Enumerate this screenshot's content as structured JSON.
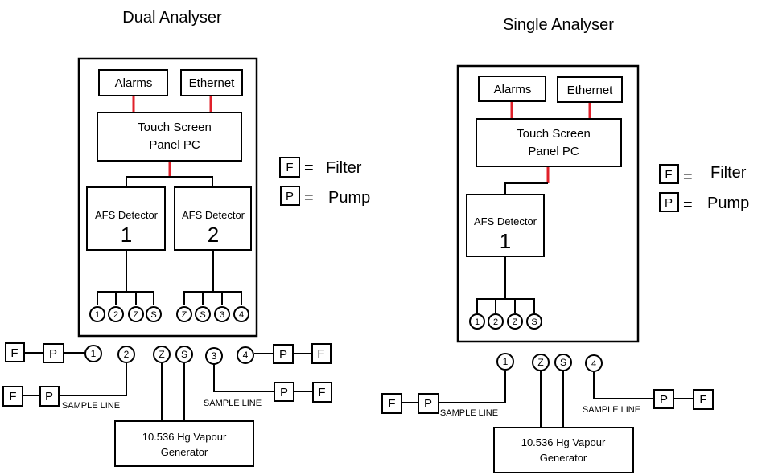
{
  "dual": {
    "title": "Dual Analyser",
    "alarms": "Alarms",
    "ethernet": "Ethernet",
    "touch_line1": "Touch Screen",
    "touch_line2": "Panel PC",
    "det1_label": "AFS Detector",
    "det1_num": "1",
    "det2_label": "AFS Detector",
    "det2_num": "2",
    "ports_left": [
      "1",
      "2",
      "Z",
      "S"
    ],
    "ports_right": [
      "Z",
      "S",
      "3",
      "4"
    ],
    "ext_ports": [
      "1",
      "2",
      "Z",
      "S",
      "3",
      "4"
    ],
    "sample_line_left": "SAMPLE LINE",
    "sample_line_right": "SAMPLE LINE",
    "gen_line1": "10.536 Hg Vapour",
    "gen_line2": "Generator"
  },
  "single": {
    "title": "Single Analyser",
    "alarms": "Alarms",
    "ethernet": "Ethernet",
    "touch_line1": "Touch Screen",
    "touch_line2": "Panel PC",
    "det_label": "AFS Detector",
    "det_num": "1",
    "ports": [
      "1",
      "2",
      "Z",
      "S"
    ],
    "ext_ports": [
      "1",
      "Z",
      "S",
      "4"
    ],
    "sample_line_left": "SAMPLE LINE",
    "sample_line_right": "SAMPLE LINE",
    "gen_line1": "10.536 Hg Vapour",
    "gen_line2": "Generator"
  },
  "legend": {
    "filter_symbol": "F",
    "filter_label": "Filter",
    "pump_symbol": "P",
    "pump_label": "Pump",
    "equals": "="
  },
  "colors": {
    "connector": "#e0202a",
    "line": "#000000"
  }
}
